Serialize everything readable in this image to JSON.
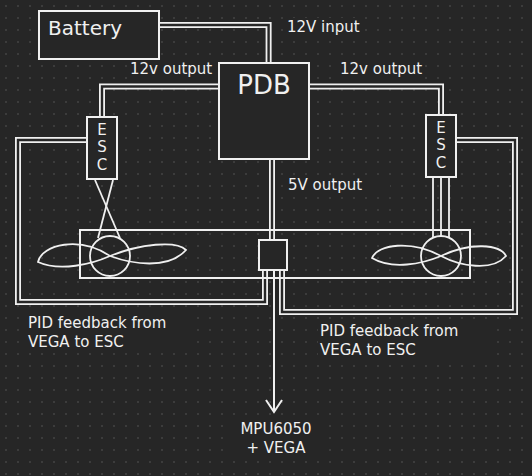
{
  "diagram": {
    "nodes": [
      {
        "text": [
          "Battery"
        ]
      },
      {
        "text": [
          "PDB"
        ]
      },
      {
        "text": [
          "E S C"
        ]
      },
      {
        "text": [
          "E S C"
        ]
      }
    ],
    "edges": [
      {
        "from": 0,
        "to": 1,
        "arrow": "none",
        "label": "12V input"
      },
      {
        "from": 1,
        "to": 2,
        "arrow": "none",
        "label": "12v output"
      },
      {
        "from": 1,
        "to": 3,
        "arrow": "none",
        "label": "12v output"
      }
    ],
    "labels": [
      "5V output",
      "PID feedback from VEGA to ESC",
      "PID feedback from VEGA to ESC",
      "MPU6050 + VEGA"
    ]
  }
}
